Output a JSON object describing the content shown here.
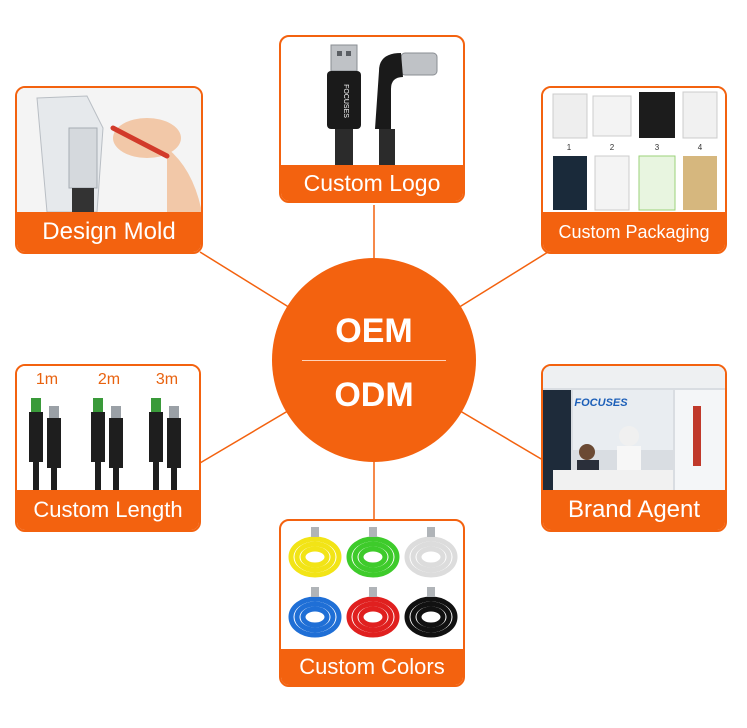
{
  "center": {
    "line1": "OEM",
    "line2": "ODM"
  },
  "cards": {
    "design_mold": "Design Mold",
    "custom_logo": "Custom Logo",
    "custom_packaging": "Custom Packaging",
    "custom_length": "Custom Length",
    "brand_agent": "Brand Agent",
    "custom_colors": "Custom Colors"
  },
  "photo_text": {
    "cable_brand": "FOCUSES",
    "packaging_numbers": [
      "1",
      "2",
      "3",
      "4"
    ],
    "lengths": [
      "1m",
      "2m",
      "3m"
    ],
    "booth_brand": "FOCUSES"
  },
  "colors": {
    "accent": "#f3620f",
    "cable_colors": [
      "#f2e416",
      "#3ecb2b",
      "#eeeeee",
      "#1f6fd6",
      "#e0201f",
      "#111111"
    ]
  }
}
